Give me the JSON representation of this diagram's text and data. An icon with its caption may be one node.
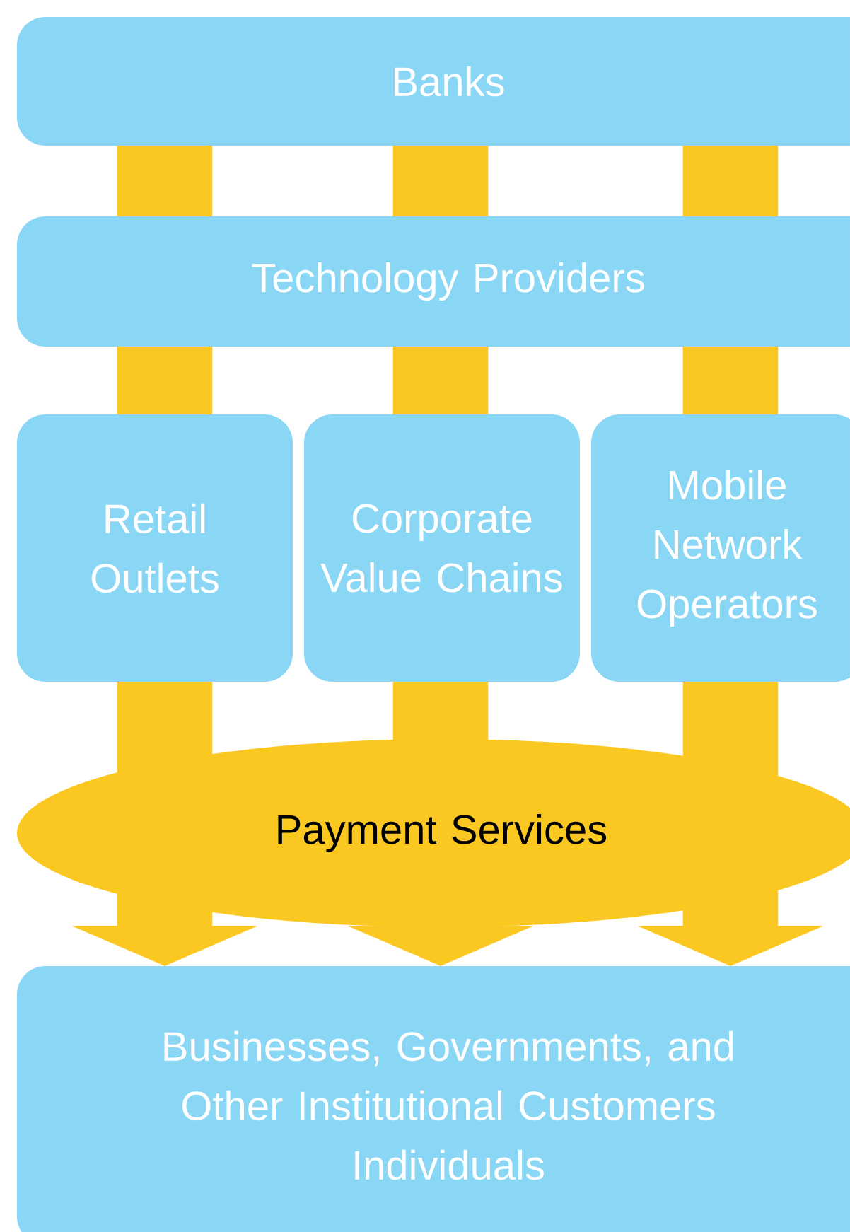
{
  "diagram": {
    "nodes": [
      {
        "text": [
          "Banks"
        ]
      },
      {
        "text": [
          "Technology Providers"
        ]
      },
      {
        "text": [
          "Retail Outlets"
        ]
      },
      {
        "text": [
          "Corporate Value Chains"
        ]
      },
      {
        "text": [
          "Mobile Network Operators"
        ]
      },
      {
        "text": [
          "Payment Services"
        ]
      },
      {
        "text": [
          "Businesses, Governments, and Other Institutional Customers",
          "Individuals"
        ]
      }
    ],
    "edges": [
      {
        "from": 0,
        "to": 1,
        "arrow": "none"
      },
      {
        "from": 0,
        "to": 1,
        "arrow": "none"
      },
      {
        "from": 0,
        "to": 1,
        "arrow": "none"
      },
      {
        "from": 1,
        "to": 2,
        "arrow": "none"
      },
      {
        "from": 1,
        "to": 3,
        "arrow": "none"
      },
      {
        "from": 1,
        "to": 4,
        "arrow": "none"
      },
      {
        "from": 2,
        "to": 5,
        "arrow": "none"
      },
      {
        "from": 3,
        "to": 5,
        "arrow": "none"
      },
      {
        "from": 4,
        "to": 5,
        "arrow": "none"
      },
      {
        "from": 5,
        "to": 6,
        "arrow": "to"
      },
      {
        "from": 5,
        "to": 6,
        "arrow": "to"
      },
      {
        "from": 5,
        "to": 6,
        "arrow": "to"
      }
    ]
  }
}
